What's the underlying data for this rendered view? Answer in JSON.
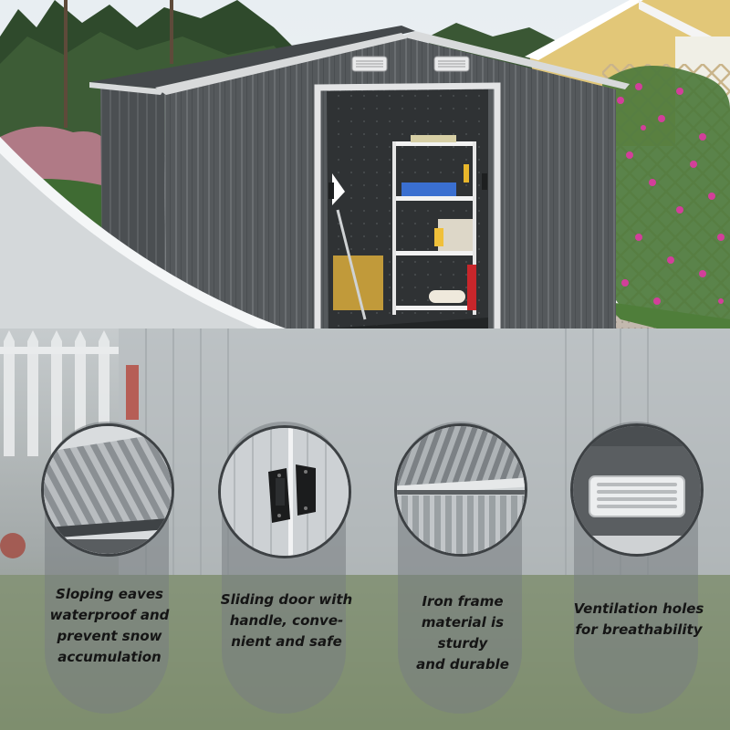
{
  "image": {
    "subject": "outdoor-metal-storage-shed",
    "colors": {
      "shed_body": "#55595c",
      "shed_trim": "#d8dadb",
      "gravel": "#b9b0a8",
      "hedge": "#b07a86",
      "flowers": "#d23f9a",
      "trellis": "#c9b48a",
      "house_wall": "#e2c778",
      "caption_text": "#151515",
      "badge_ring": "#3d4144"
    }
  },
  "features": [
    {
      "icon": "roof-eaves-closeup-icon",
      "caption": "Sloping eaves\nwaterproof and\nprevent snow\naccumulation"
    },
    {
      "icon": "door-handle-closeup-icon",
      "caption": "Sliding door with\nhandle, conve-\nnient and safe"
    },
    {
      "icon": "iron-frame-closeup-icon",
      "caption": "Iron frame\nmaterial is sturdy\nand durable"
    },
    {
      "icon": "vent-grille-closeup-icon",
      "caption": "Ventilation holes\nfor breathability"
    }
  ]
}
